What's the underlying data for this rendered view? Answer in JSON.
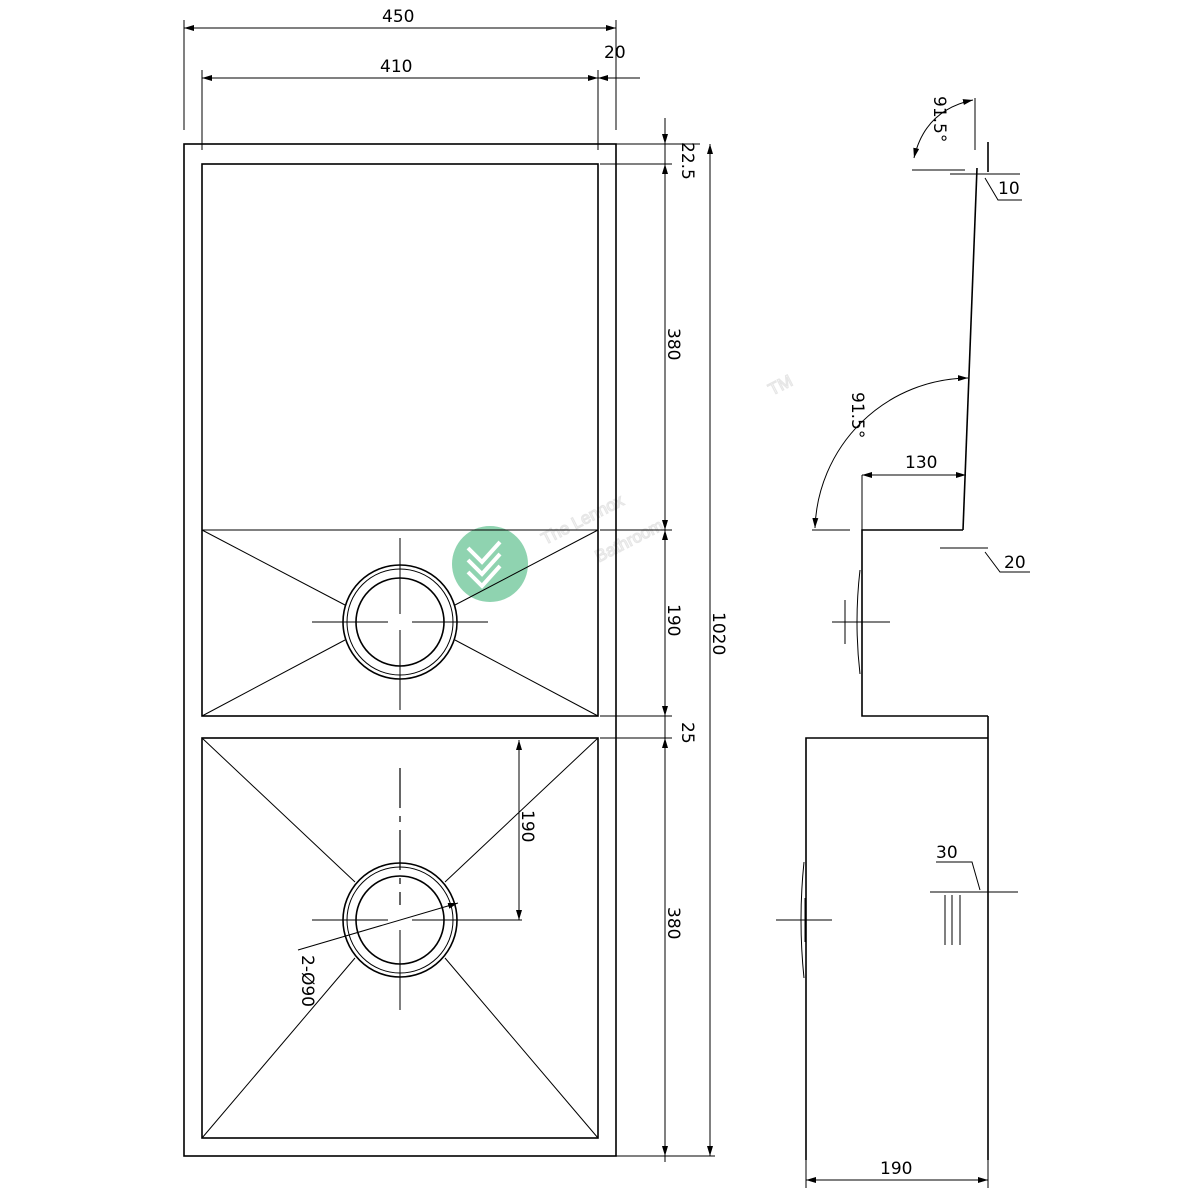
{
  "dimensions": {
    "overall_width": "450",
    "inner_width": "410",
    "rim_offset": "20",
    "top_rim": "22.5",
    "drainboard_length": "380",
    "small_bowl_length": "190",
    "divider": "25",
    "large_bowl_length": "380",
    "overall_length": "1020",
    "drain_offset": "190",
    "drain_spec": "2-Ø90",
    "angle_top": "91.5°",
    "angle_lower": "91.5°",
    "flange_thickness": "10",
    "drainboard_depth": "130",
    "small_bowl_step": "20",
    "overflow_size": "30",
    "bowl_depth": "190"
  },
  "watermark": {
    "brand": "The Lennox",
    "tm": "TM",
    "sub": "Bathroom",
    "logo_color": "#8fd3b0"
  }
}
